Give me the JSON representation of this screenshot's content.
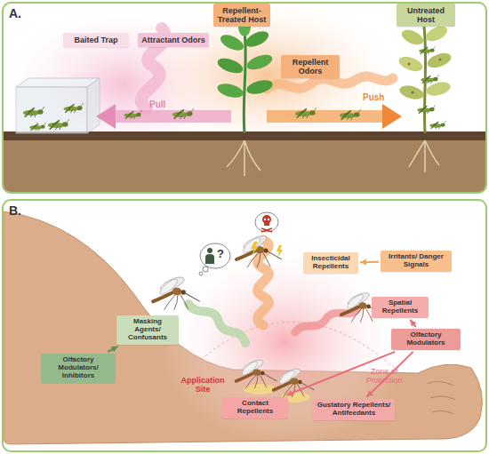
{
  "diagram": {
    "nodes": [
      {
        "text": [
          "A."
        ]
      },
      {
        "text": [
          "Baited Trap"
        ],
        "in": 0
      },
      {
        "text": [
          "Attractant Odors"
        ],
        "in": 0
      },
      {
        "text": [
          "Repellent-Treated Host"
        ],
        "in": 0
      },
      {
        "text": [
          "Repellent Odors"
        ],
        "in": 0
      },
      {
        "text": [
          "Untreated Host"
        ],
        "in": 0
      },
      {
        "text": [
          "B."
        ]
      },
      {
        "text": [
          "Masking Agents/ Confusants"
        ],
        "in": 6
      },
      {
        "text": [
          "Olfactory Modulators/ Inhibitors"
        ],
        "in": 6
      },
      {
        "text": [
          "Insecticidal Repellents"
        ],
        "in": 6
      },
      {
        "text": [
          "Irritants/ Danger Signals"
        ],
        "in": 6
      },
      {
        "text": [
          "Spatial Repellents"
        ],
        "in": 6
      },
      {
        "text": [
          "Olfactory Modulators"
        ],
        "in": 6
      },
      {
        "text": [
          "Contact Repellents"
        ],
        "in": 6
      },
      {
        "text": [
          "Gustatory Repellents/ Antifeedants"
        ],
        "in": 6
      }
    ],
    "edges": [
      {
        "from": 8,
        "to": 7,
        "arrow": "to"
      },
      {
        "from": 10,
        "to": 9,
        "arrow": "to"
      },
      {
        "from": 12,
        "to": 11,
        "arrow": "to"
      },
      {
        "from": 12,
        "to": 13,
        "arrow": "to"
      },
      {
        "from": 12,
        "to": 14,
        "arrow": "to"
      }
    ],
    "labels": [
      "Pull",
      "Push",
      "?",
      "Application Site",
      "Zone of Protection"
    ]
  }
}
